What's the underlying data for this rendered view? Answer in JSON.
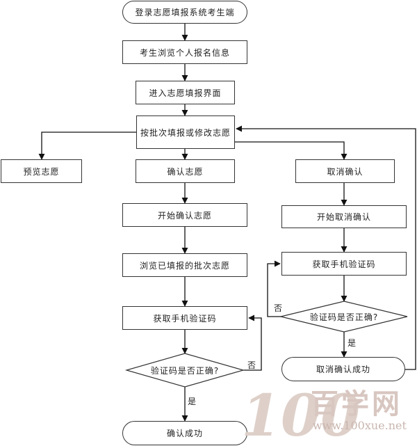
{
  "nodes": {
    "start": "登录志愿填报系统考生端",
    "browse_info": "考生浏览个人报名信息",
    "enter_page": "进入志愿填报界面",
    "fill_modify": "按批次填报或修改志愿",
    "preview": "预览志愿",
    "confirm": "确认志愿",
    "cancel_confirm": "取消确认",
    "start_confirm": "开始确认志愿",
    "browse_filled": "浏览已填报的批次志愿",
    "get_code_left": "获取手机验证码",
    "check_code_left": "验证码是否正确?",
    "confirm_success": "确认成功",
    "start_cancel": "开始取消确认",
    "get_code_right": "获取手机验证码",
    "check_code_right": "验证码是否正确?",
    "cancel_success": "取消确认成功"
  },
  "edge_labels": {
    "no_left": "否",
    "yes_left": "是",
    "no_right": "否",
    "yes_right": "是"
  },
  "watermark": {
    "number": "100",
    "brand": "百学网",
    "url": "www.100xue.net"
  }
}
